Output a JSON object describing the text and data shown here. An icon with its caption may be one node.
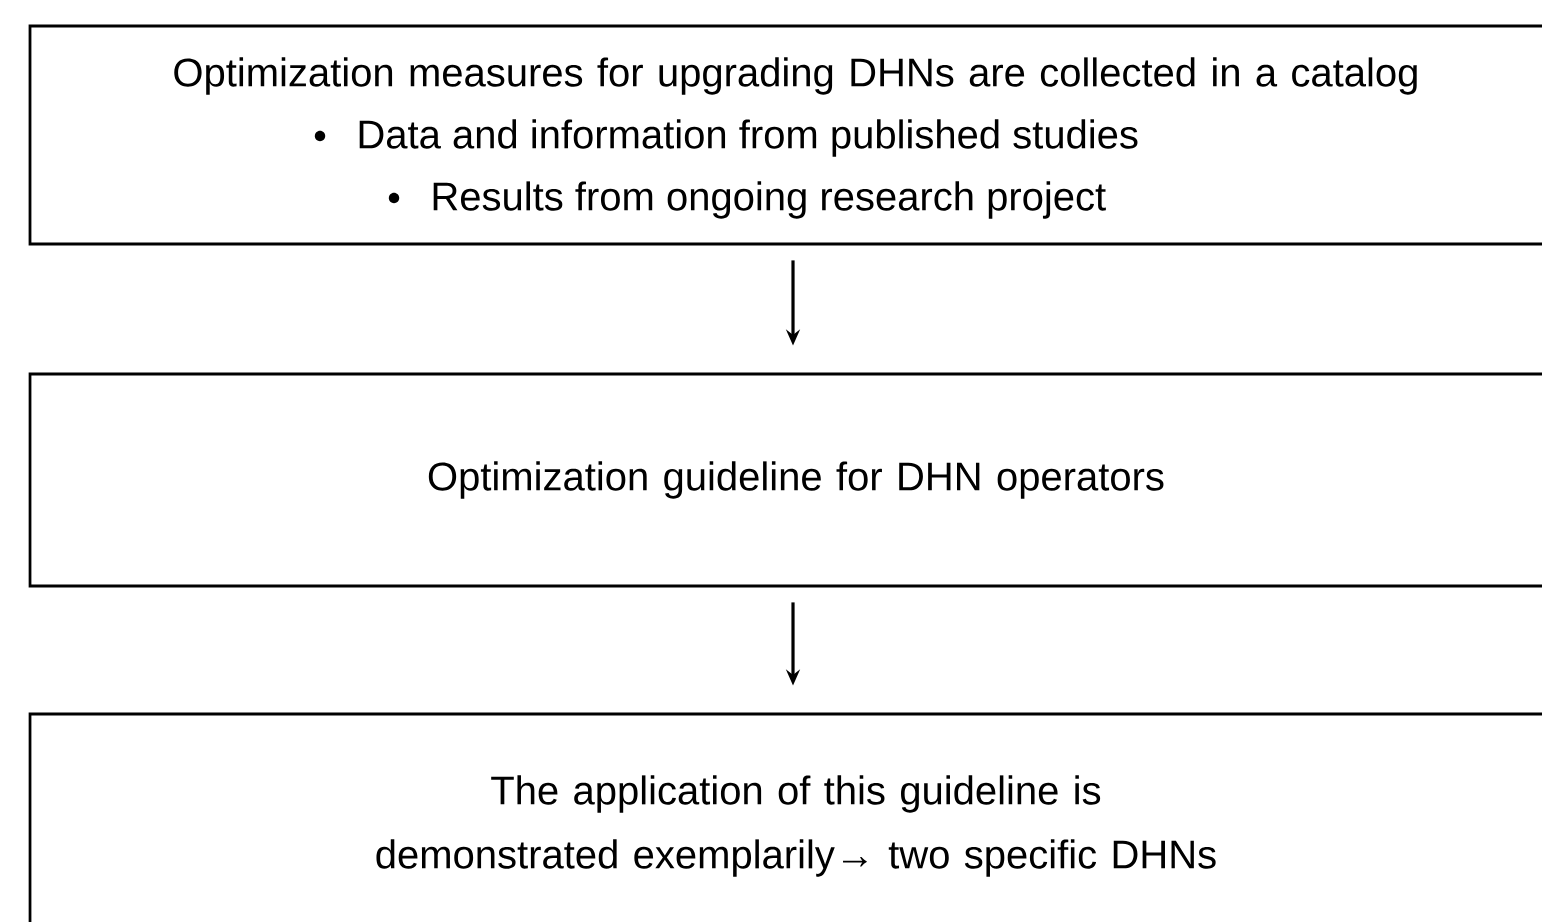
{
  "diagram": {
    "nodes": [
      {
        "text": [
          "Optimization measures for upgrading DHNs are collected in a catalog",
          "Data and information from published studies",
          "Results from ongoing research project"
        ]
      },
      {
        "text": [
          "Optimization guideline for DHN operators"
        ]
      },
      {
        "text": [
          "The application of this guideline is demonstrated exemplarily→ two specific DHNs"
        ]
      }
    ],
    "edges": [
      {
        "from": 0,
        "to": 1,
        "arrow": "to"
      },
      {
        "from": 1,
        "to": 2,
        "arrow": "to"
      }
    ]
  }
}
